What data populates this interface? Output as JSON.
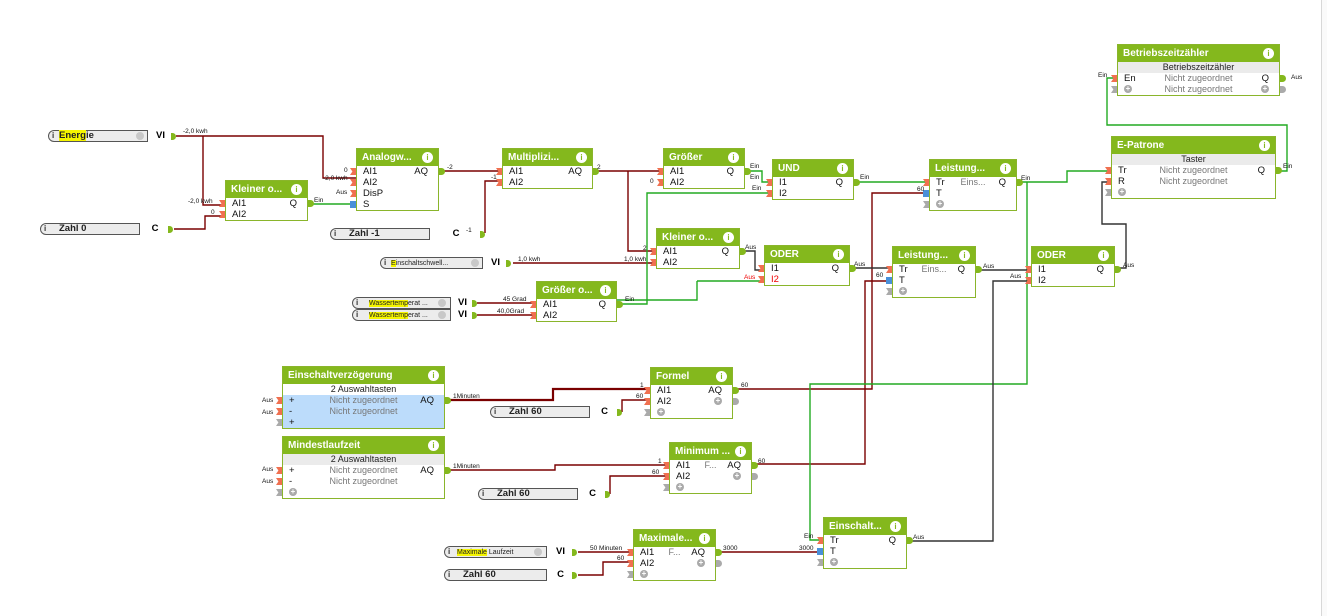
{
  "colors": {
    "block_header": "#84b81d",
    "wire_analog": "#7a0000",
    "wire_digital_on": "#22aa22",
    "wire_digital_off": "#333333",
    "input_highlight": "#f5f500"
  },
  "inputs": [
    {
      "name": "Energie",
      "type": "VI",
      "highlight": "Energ",
      "rest": "ie",
      "has_menu": true
    },
    {
      "name": "Zahl 0",
      "type": "C"
    },
    {
      "name": "Zahl -1",
      "type": "C"
    },
    {
      "name": "Einschaltschwell...",
      "type": "VI",
      "highlight": "E",
      "rest": "inschaltschwell...",
      "has_menu": true
    },
    {
      "name": "Wassertemperat ...",
      "type": "VI",
      "highlight": "Wassertemp",
      "rest": "erat ...",
      "has_menu": true
    },
    {
      "name": "Wassertemperat ...",
      "type": "VI",
      "highlight": "Wassertemp",
      "rest": "erat ...",
      "has_menu": true
    },
    {
      "name": "Zahl 60",
      "type": "C"
    },
    {
      "name": "Zahl 60",
      "type": "C"
    },
    {
      "name": "Maximale Laufzeit",
      "type": "VI",
      "highlight": "Maximale",
      "rest": " Laufzeit",
      "has_menu": true
    },
    {
      "name": "Zahl 60",
      "type": "C"
    }
  ],
  "blocks": {
    "kleiner1": {
      "title": "Kleiner o...",
      "rows": [
        {
          "pin": "AI1",
          "out": "Q"
        },
        {
          "pin": "AI2"
        }
      ]
    },
    "analogw": {
      "title": "Analogw...",
      "rows": [
        {
          "pin": "AI1",
          "out": "AQ"
        },
        {
          "pin": "AI2"
        },
        {
          "pin": "DisP"
        },
        {
          "pin": "S"
        }
      ]
    },
    "multipl": {
      "title": "Multiplizi...",
      "rows": [
        {
          "pin": "AI1",
          "out": "AQ"
        },
        {
          "pin": "AI2"
        }
      ]
    },
    "groesser": {
      "title": "Größer",
      "rows": [
        {
          "pin": "AI1",
          "out": "Q"
        },
        {
          "pin": "AI2"
        }
      ]
    },
    "und": {
      "title": "UND",
      "rows": [
        {
          "pin": "I1",
          "out": "Q"
        },
        {
          "pin": "I2"
        }
      ]
    },
    "kleiner2": {
      "title": "Kleiner o...",
      "rows": [
        {
          "pin": "AI1",
          "out": "Q"
        },
        {
          "pin": "AI2"
        }
      ]
    },
    "oder1": {
      "title": "ODER",
      "rows": [
        {
          "pin": "I1",
          "out": "Q"
        },
        {
          "pin": "I2"
        }
      ]
    },
    "groesser2": {
      "title": "Größer o...",
      "rows": [
        {
          "pin": "AI1",
          "out": "Q"
        },
        {
          "pin": "AI2"
        }
      ]
    },
    "leistung1": {
      "title": "Leistung...",
      "rows": [
        {
          "pin": "Tr",
          "mid": "Eins...",
          "out": "Q"
        },
        {
          "pin": "T"
        }
      ]
    },
    "leistung2": {
      "title": "Leistung...",
      "rows": [
        {
          "pin": "Tr",
          "mid": "Eins...",
          "out": "Q"
        },
        {
          "pin": "T"
        }
      ]
    },
    "oder2": {
      "title": "ODER",
      "rows": [
        {
          "pin": "I1",
          "out": "Q"
        },
        {
          "pin": "I2"
        }
      ]
    },
    "betrieb": {
      "title": "Betriebszeitzähler",
      "sub": "Betriebszeitzähler",
      "rows": [
        {
          "pin": "En",
          "mid": "Nicht zugeordnet",
          "out": "Q"
        },
        {
          "pin": "",
          "mid": "Nicht zugeordnet"
        }
      ]
    },
    "epatrone": {
      "title": "E-Patrone",
      "sub": "Taster",
      "rows": [
        {
          "pin": "Tr",
          "mid": "Nicht zugeordnet",
          "out": "Q"
        },
        {
          "pin": "R",
          "mid": "Nicht zugeordnet"
        }
      ]
    },
    "einschaltv": {
      "title": "Einschaltverzögerung",
      "sub": "2 Auswahltasten",
      "rows": [
        {
          "pin": "+",
          "mid": "Nicht zugeordnet",
          "out": "AQ"
        },
        {
          "pin": "-",
          "mid": "Nicht zugeordnet"
        },
        {
          "pin": "+"
        }
      ]
    },
    "formel": {
      "title": "Formel",
      "rows": [
        {
          "pin": "AI1",
          "out": "AQ"
        },
        {
          "pin": "AI2"
        }
      ]
    },
    "mindest": {
      "title": "Mindestlaufzeit",
      "sub": "2 Auswahltasten",
      "rows": [
        {
          "pin": "+",
          "mid": "Nicht zugeordnet",
          "out": "AQ"
        },
        {
          "pin": "-",
          "mid": "Nicht zugeordnet"
        }
      ]
    },
    "minimum": {
      "title": "Minimum ...",
      "rows": [
        {
          "pin": "AI1",
          "mid": "F...",
          "out": "AQ"
        },
        {
          "pin": "AI2"
        }
      ]
    },
    "maximale": {
      "title": "Maximale...",
      "rows": [
        {
          "pin": "AI1",
          "mid": "F...",
          "out": "AQ"
        },
        {
          "pin": "AI2"
        }
      ]
    },
    "einschalt": {
      "title": "Einschalt...",
      "rows": [
        {
          "pin": "Tr",
          "out": "Q"
        },
        {
          "pin": "T"
        }
      ]
    }
  },
  "labels": [
    {
      "t": "-2,0 kwh"
    },
    {
      "t": "-2,0 kwh"
    },
    {
      "t": "0"
    },
    {
      "t": "Ein"
    },
    {
      "t": "0"
    },
    {
      "t": "-2,0 kwh"
    },
    {
      "t": "Aus"
    },
    {
      "t": "-2"
    },
    {
      "t": "-1"
    },
    {
      "t": "-1"
    },
    {
      "t": "2"
    },
    {
      "t": "Ein"
    },
    {
      "t": "0"
    },
    {
      "t": "Ein"
    },
    {
      "t": "Ein"
    },
    {
      "t": "2"
    },
    {
      "t": "1,0 kwh"
    },
    {
      "t": "1,0 kwh"
    },
    {
      "t": "Aus"
    },
    {
      "t": "Aus"
    },
    {
      "t": "45 Grad"
    },
    {
      "t": "40,0Grad"
    },
    {
      "t": "Ein"
    },
    {
      "t": "60"
    },
    {
      "t": "Ein"
    },
    {
      "t": "Aus"
    },
    {
      "t": "60"
    },
    {
      "t": "Aus"
    },
    {
      "t": "Aus"
    },
    {
      "t": "Aus"
    },
    {
      "t": "Ein"
    },
    {
      "t": "Aus"
    },
    {
      "t": "Ein"
    },
    {
      "t": "Ein"
    },
    {
      "t": "Aus"
    },
    {
      "t": "Aus"
    },
    {
      "t": "1Minuten"
    },
    {
      "t": "1"
    },
    {
      "t": "60"
    },
    {
      "t": "60"
    },
    {
      "t": "Aus"
    },
    {
      "t": "Aus"
    },
    {
      "t": "1Minuten"
    },
    {
      "t": "1"
    },
    {
      "t": "60"
    },
    {
      "t": "60"
    },
    {
      "t": "50 Minuten"
    },
    {
      "t": "60"
    },
    {
      "t": "3000"
    },
    {
      "t": "Ein"
    },
    {
      "t": "3000"
    },
    {
      "t": "Aus"
    }
  ]
}
